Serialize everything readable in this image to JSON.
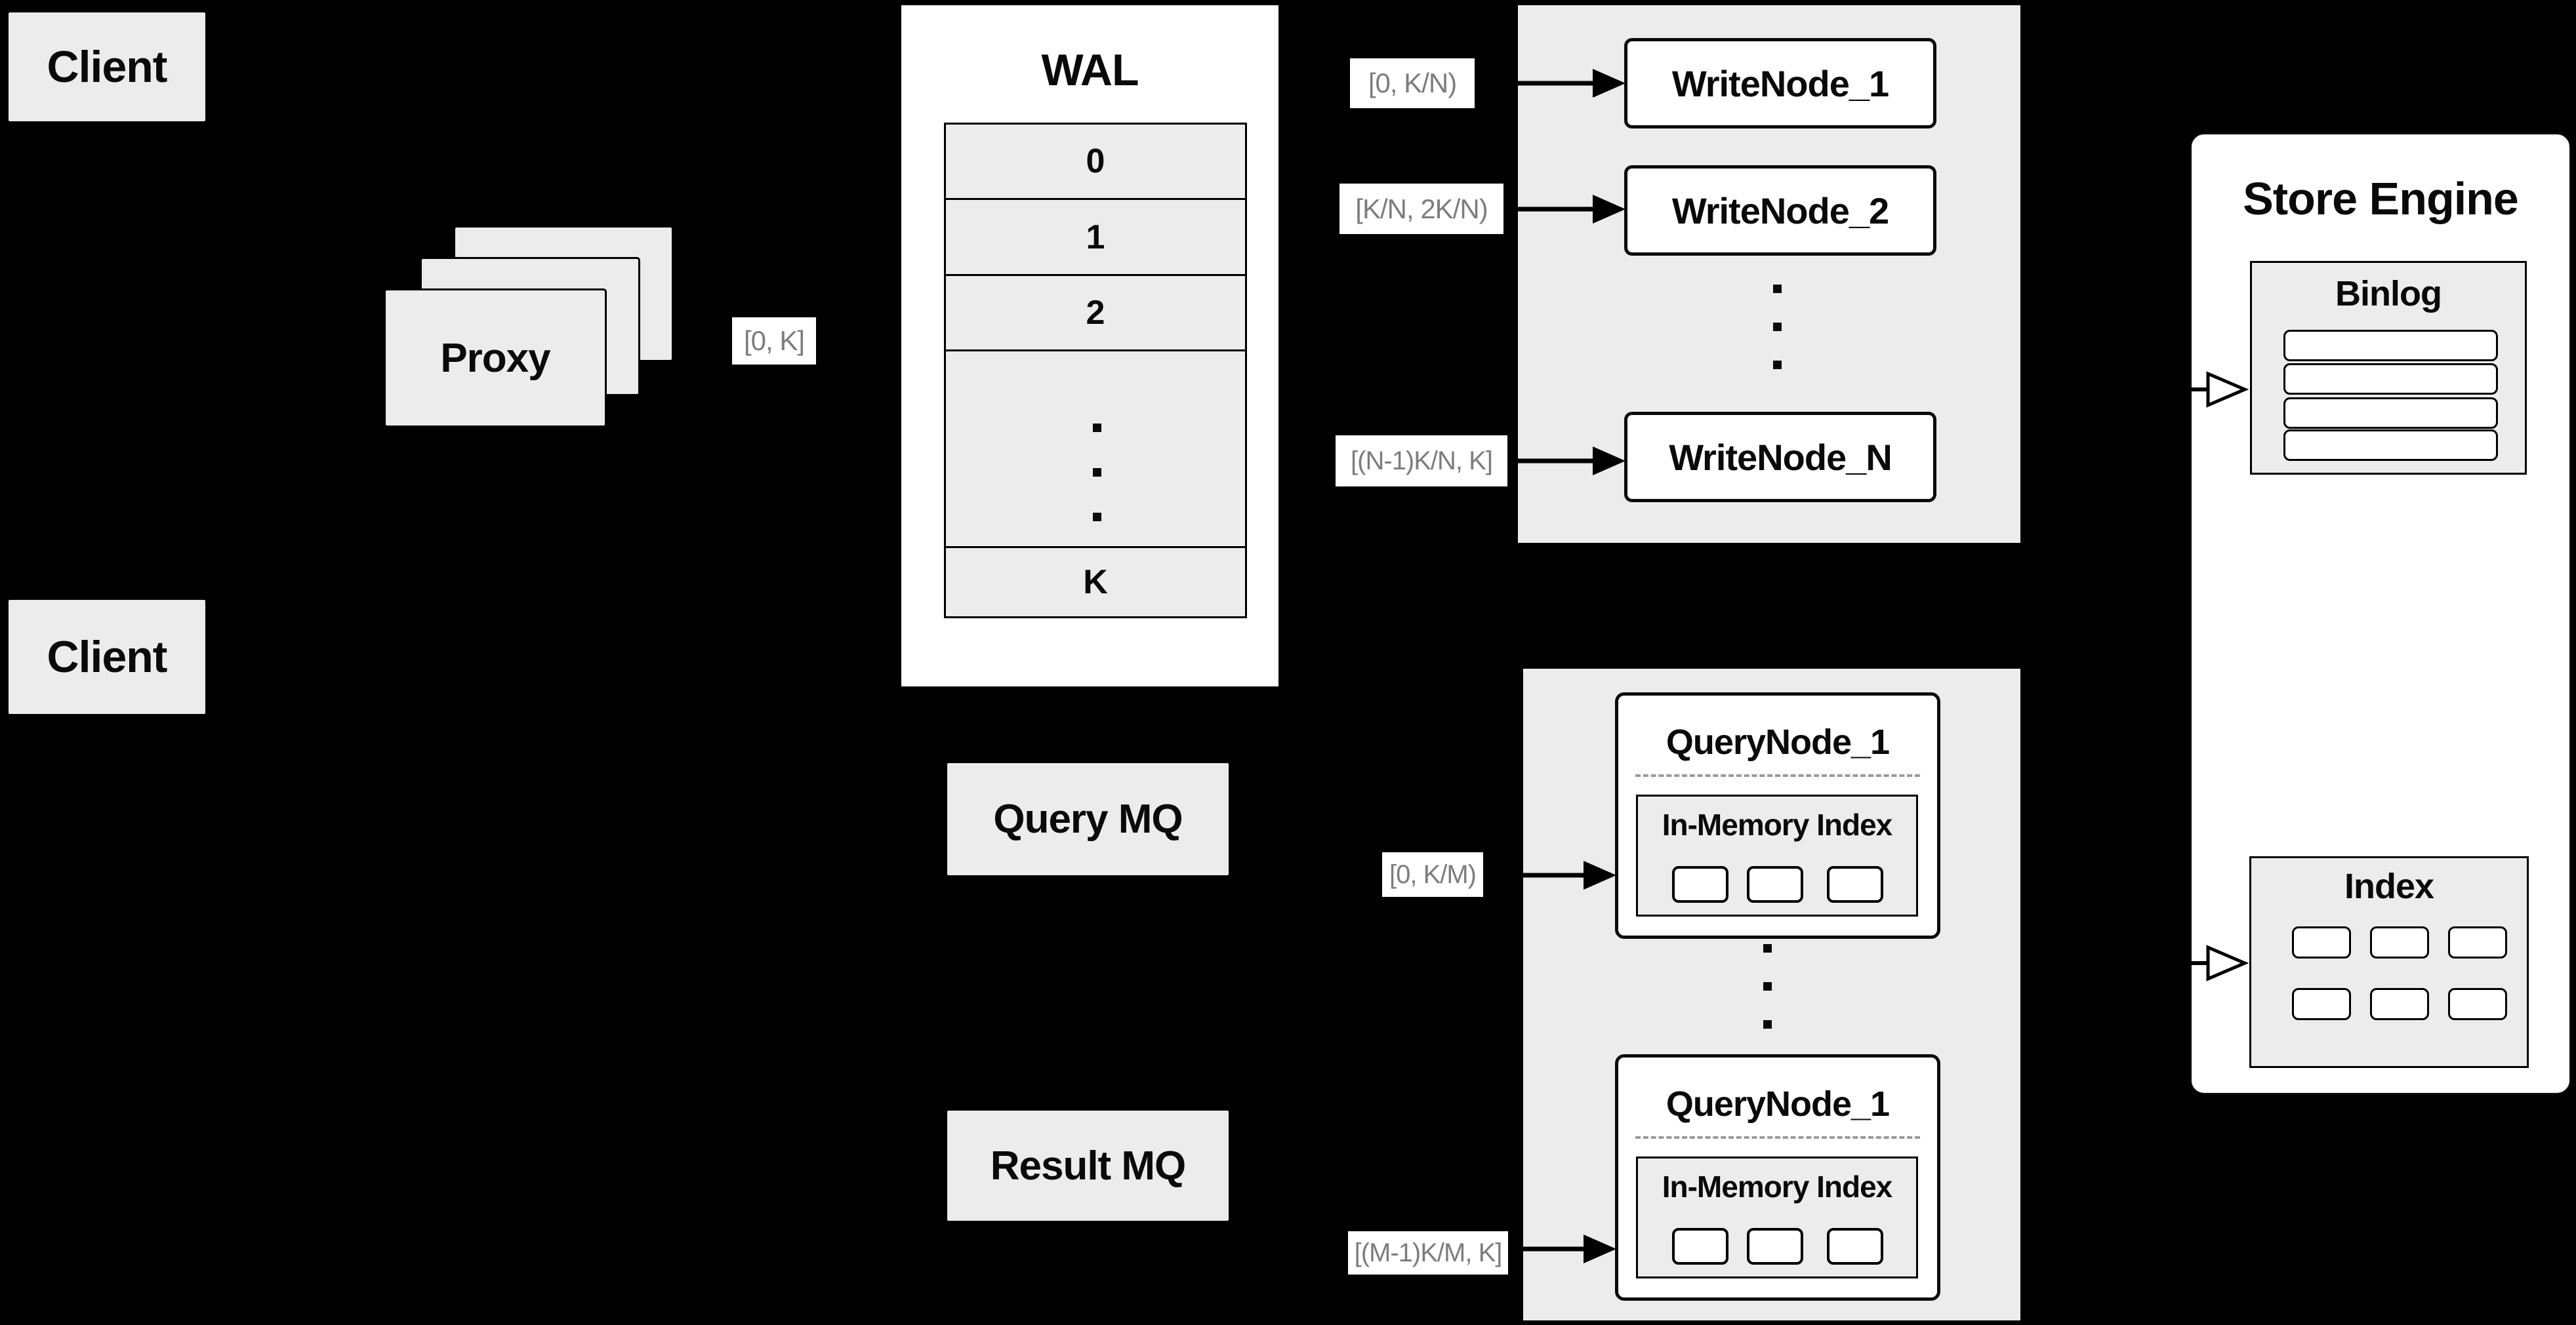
{
  "diagram": {
    "clients": [
      {
        "label": "Client"
      },
      {
        "label": "Client"
      }
    ],
    "proxy": {
      "label": "Proxy",
      "stack_count": 3
    },
    "wal": {
      "title": "WAL",
      "rows": [
        "0",
        "1",
        "2",
        "K"
      ]
    },
    "range_labels": {
      "proxy_to_wal": "[0, K]",
      "write_node_1": "[0, K/N)",
      "write_node_2": "[K/N, 2K/N)",
      "write_node_n": "[(N-1)K/N, K]",
      "query_node_1": "[0, K/M)",
      "query_node_m": "[(M-1)K/M, K]"
    },
    "write_nodes": {
      "items": [
        {
          "label": "WriteNode_1"
        },
        {
          "label": "WriteNode_2"
        },
        {
          "label": "WriteNode_N"
        }
      ]
    },
    "message_queues": {
      "query": "Query MQ",
      "result": "Result MQ"
    },
    "query_nodes": {
      "items": [
        {
          "title": "QueryNode_1",
          "inner": "In-Memory Index"
        },
        {
          "title": "QueryNode_1",
          "inner": "In-Memory Index"
        }
      ]
    },
    "store_engine": {
      "title": "Store Engine",
      "binlog": "Binlog",
      "index": "Index"
    },
    "colors": {
      "background": "#000000",
      "panel_gray": "#ececec",
      "box_white": "#ffffff",
      "border": "#000000",
      "label_text": "#7d7d7d"
    }
  }
}
